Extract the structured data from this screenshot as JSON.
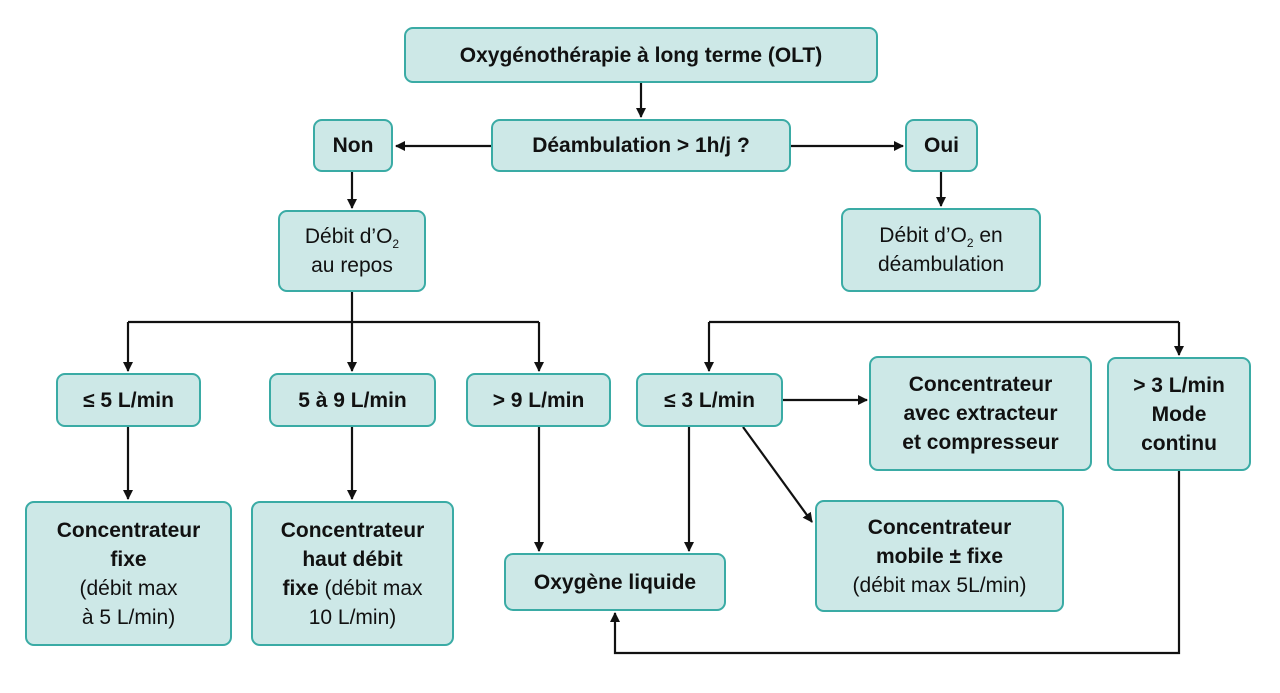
{
  "colors": {
    "node_fill": "#cde8e7",
    "node_border": "#3aaba5",
    "connector": "#111111"
  },
  "nodes": {
    "olt": "Oxygénothérapie à long terme (OLT)",
    "question": "Déambulation > 1h/j ?",
    "non": "Non",
    "oui": "Oui",
    "rest_flow": {
      "prefix": "Débit d’O",
      "sub": "2",
      "line2": "au repos"
    },
    "amb_flow": {
      "prefix": "Débit d’O",
      "sub": "2",
      "suffix": " en",
      "line2": "déambulation"
    },
    "le5": "≤ 5 L/min",
    "r5to9": "5 à 9 L/min",
    "gt9": "> 9 L/min",
    "le3": "≤ 3 L/min",
    "gt3": {
      "line1": "> 3 L/min",
      "line2": "Mode",
      "line3": "continu"
    },
    "conc_fixe": {
      "line1": "Concentrateur",
      "line2": "fixe",
      "line3": "(débit max",
      "line4": "à 5 L/min)"
    },
    "conc_haut": {
      "line1": "Concentrateur",
      "line2": "haut débit",
      "line3_bold": "fixe",
      "line3_rest": " (débit max",
      "line4": "10 L/min)"
    },
    "oxy_liquide": "Oxygène liquide",
    "conc_mobile": {
      "line1": "Concentrateur",
      "line2": "mobile ± fixe",
      "line3": "(débit max 5L/min)"
    },
    "conc_extracteur": {
      "line1": "Concentrateur",
      "line2": "avec extracteur",
      "line3": "et compresseur"
    }
  }
}
